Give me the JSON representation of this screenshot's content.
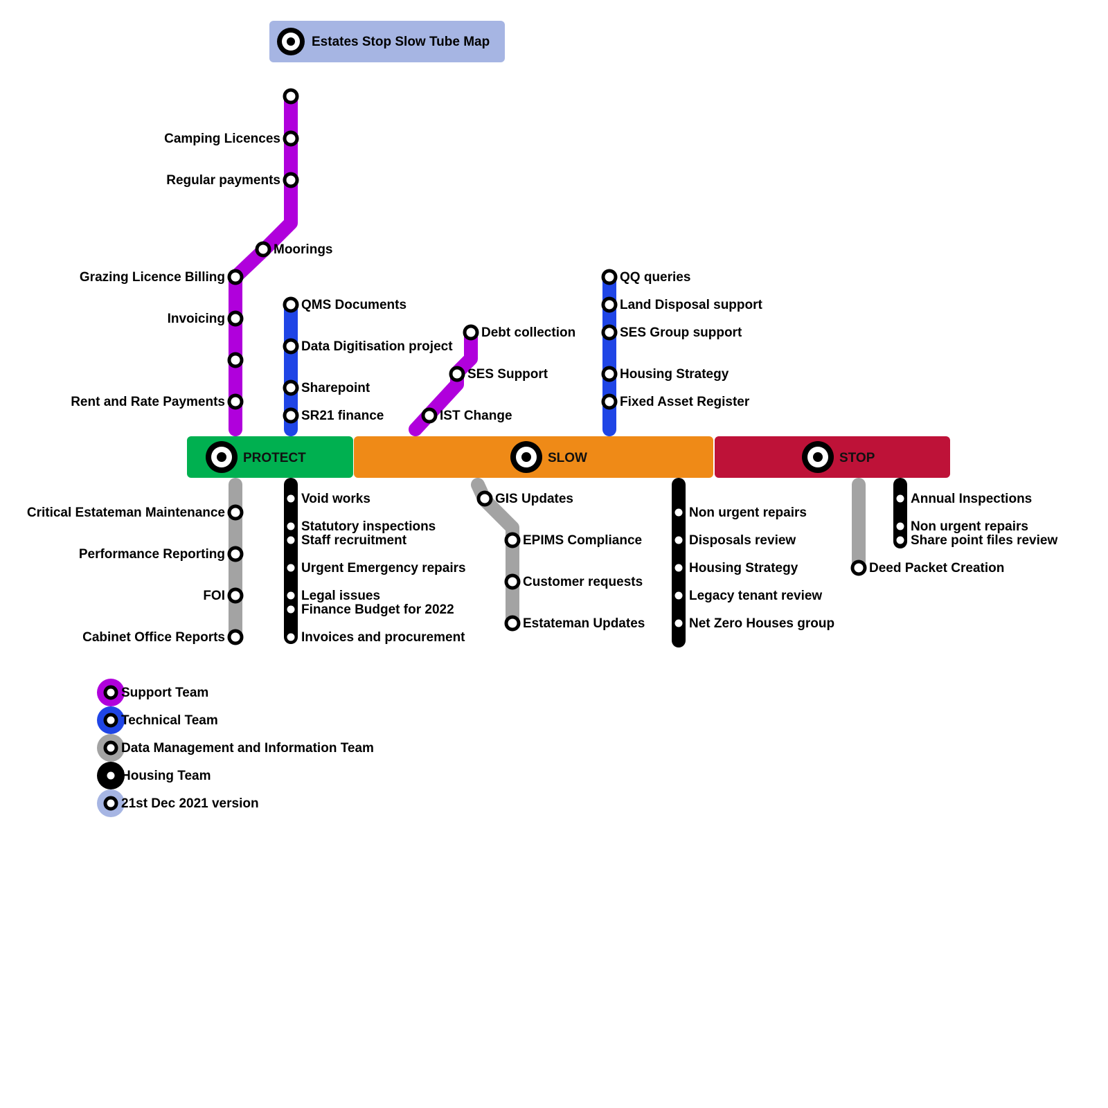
{
  "title": "Estates Stop Slow Tube Map",
  "colors": {
    "support": "#b000dc",
    "technical": "#1f45e6",
    "data": "#a3a3a3",
    "housing": "#000000",
    "version": "#a6b5e3",
    "protect": "#00b050",
    "slow": "#ef8a17",
    "stop": "#be1238"
  },
  "zones": [
    {
      "id": "protect",
      "label": "PROTECT"
    },
    {
      "id": "slow",
      "label": "SLOW"
    },
    {
      "id": "stop",
      "label": "STOP"
    }
  ],
  "lines": {
    "support_protect": {
      "team": "Support Team",
      "stations": [
        "",
        "Camping Licences",
        "Regular payments",
        "Moorings",
        "Grazing Licence Billing",
        "Invoicing",
        "",
        "Rent and Rate Payments"
      ]
    },
    "technical_protect": {
      "team": "Technical Team",
      "stations": [
        "QMS Documents",
        "Data Digitisation project",
        "Sharepoint",
        "SR21 finance"
      ]
    },
    "support_slow": {
      "team": "Support Team",
      "stations": [
        "Debt collection",
        "SES Support",
        "IST Change"
      ]
    },
    "technical_slow": {
      "team": "Technical Team",
      "stations": [
        "QQ queries",
        "Land Disposal support",
        "SES Group support",
        "Housing Strategy",
        "Fixed Asset Register"
      ]
    },
    "data_protect": {
      "team": "Data Management and Information Team",
      "stations": [
        "Critical Estateman Maintenance",
        "Performance Reporting",
        "FOI",
        "Cabinet Office Reports"
      ]
    },
    "housing_protect": {
      "team": "Housing Team",
      "stations": [
        "Void works",
        "Statutory inspections",
        "Staff recruitment",
        "Urgent  Emergency repairs",
        "Legal issues",
        "Finance Budget for 2022",
        "Invoices and procurement"
      ]
    },
    "data_slow": {
      "team": "Data Management and Information Team",
      "stations": [
        "GIS Updates",
        "EPIMS Compliance",
        "Customer requests",
        "Estateman Updates"
      ]
    },
    "housing_slow": {
      "team": "Housing Team",
      "stations": [
        "Non urgent repairs",
        "Disposals review",
        "Housing Strategy",
        "Legacy tenant review",
        "Net Zero Houses group"
      ]
    },
    "data_stop": {
      "team": "Data Management and Information Team",
      "stations": [
        "Deed Packet Creation"
      ]
    },
    "housing_stop": {
      "team": "Housing Team",
      "stations": [
        "Annual Inspections",
        "Non urgent repairs",
        "Share point files review"
      ]
    }
  },
  "legend": [
    {
      "key": "support",
      "label": "Support Team"
    },
    {
      "key": "technical",
      "label": "Technical Team"
    },
    {
      "key": "data",
      "label": "Data Management and Information Team"
    },
    {
      "key": "housing",
      "label": "Housing Team"
    },
    {
      "key": "version",
      "label": "21st Dec 2021 version"
    }
  ]
}
